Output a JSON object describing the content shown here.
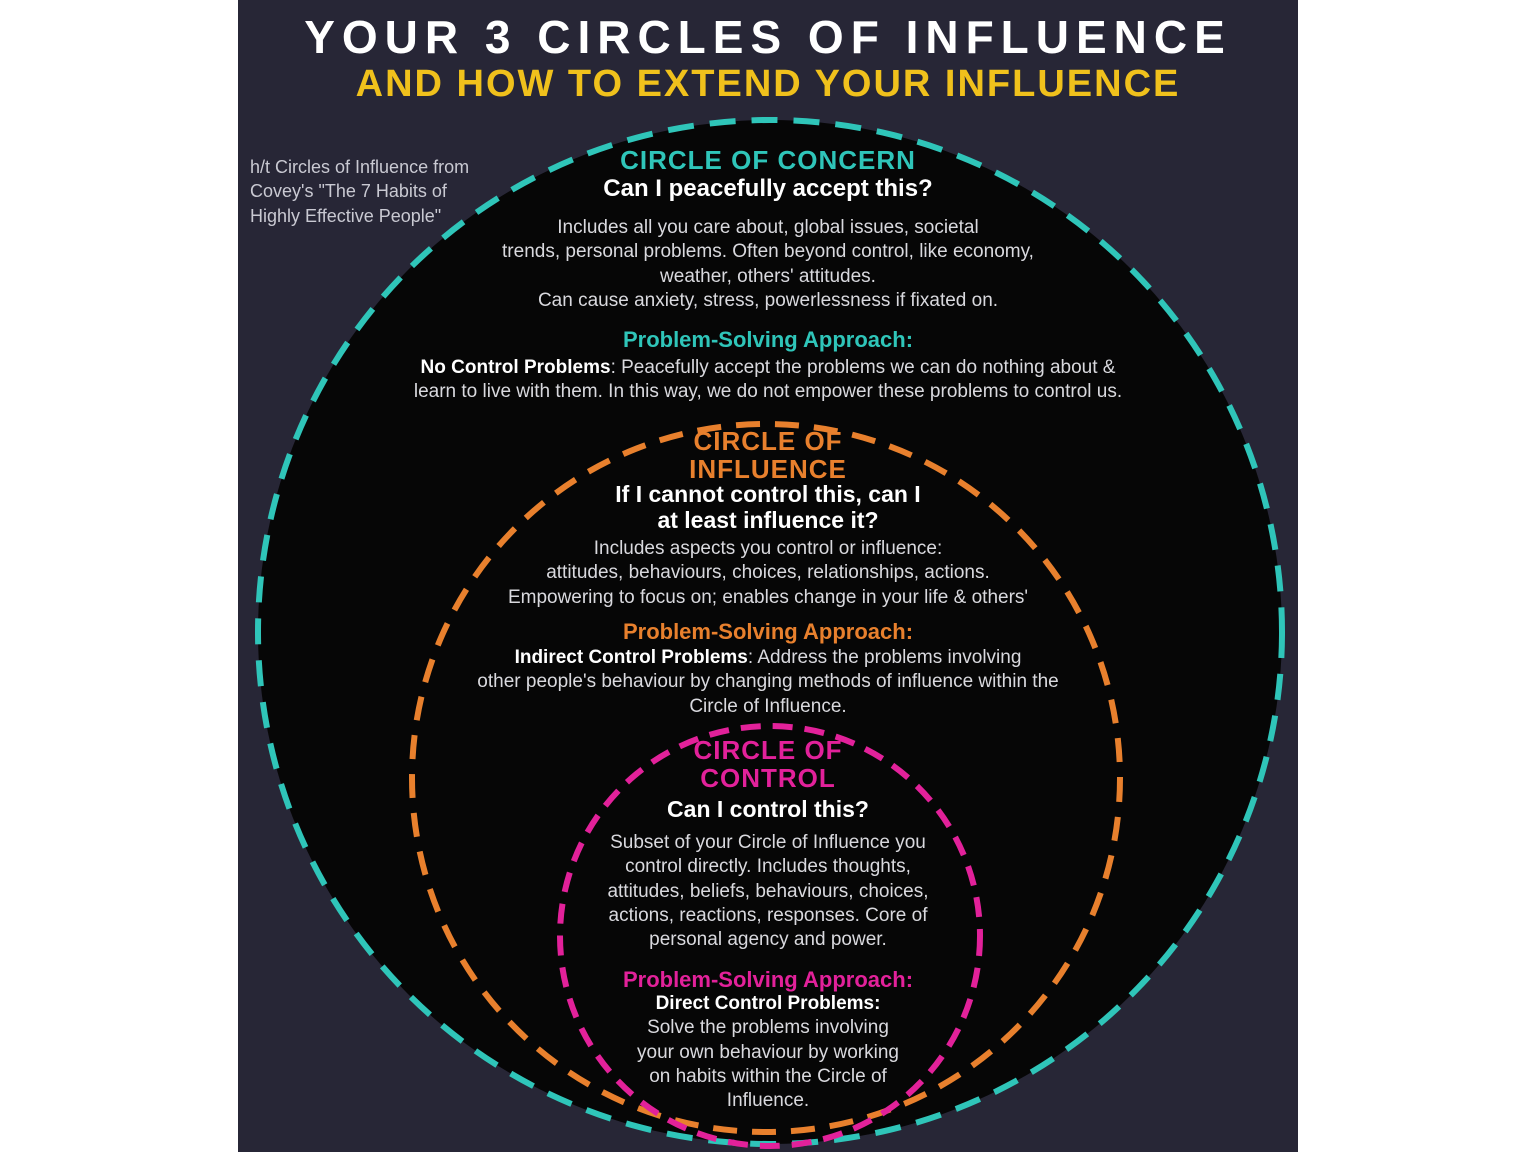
{
  "page": {
    "title": "YOUR 3 CIRCLES OF INFLUENCE",
    "subtitle": "AND HOW TO EXTEND YOUR INFLUENCE",
    "attribution": "h/t Circles of Influence from\nCovey's \"The 7 Habits of\nHighly Effective People\""
  },
  "colors": {
    "page_background": "#ffffff",
    "panel_background": "#272636",
    "circle_fill": "#060606",
    "title_white": "#ffffff",
    "subtitle_yellow": "#f0c11c",
    "body_text": "#d9d9de",
    "concern_teal": "#2fc5b9",
    "influence_orange": "#e8802d",
    "control_pink": "#e2219a"
  },
  "circles": [
    {
      "id": "concern",
      "name": "CIRCLE OF CONCERN",
      "color": "#2fc5b9",
      "question": "Can I peacefully accept this?",
      "description": "Includes all you care about, global issues, societal\ntrends, personal problems. Often beyond control, like economy,\nweather, others' attitudes.\nCan cause anxiety, stress, powerlessness if fixated on.",
      "approach_label": "Problem-Solving Approach:",
      "approach_term": "No Control Problems",
      "approach_text": ": Peacefully accept the problems we can do nothing about &\nlearn to live with them. In this way, we do not empower these problems to control us."
    },
    {
      "id": "influence",
      "name": "CIRCLE OF\nINFLUENCE",
      "color": "#e8802d",
      "question": "If I cannot control this, can I\nat least influence it?",
      "description": "Includes aspects you control or influence:\nattitudes, behaviours, choices, relationships, actions.\nEmpowering to focus on; enables change in your life & others'",
      "approach_label": "Problem-Solving Approach:",
      "approach_term": "Indirect Control Problems",
      "approach_text": ": Address the problems involving\nother people's behaviour by changing methods of influence within the\nCircle of Influence."
    },
    {
      "id": "control",
      "name": "CIRCLE OF\nCONTROL",
      "color": "#e2219a",
      "question": "Can I control this?",
      "description": "Subset of your Circle of Influence you\ncontrol directly. Includes thoughts,\nattitudes, beliefs, behaviours, choices,\nactions, reactions, responses. Core of\npersonal agency and power.",
      "approach_label": "Problem-Solving Approach:",
      "approach_term": "Direct Control Problems:",
      "approach_text": "\nSolve the problems involving\nyour own behaviour by working\non habits within the Circle of\nInfluence."
    }
  ]
}
